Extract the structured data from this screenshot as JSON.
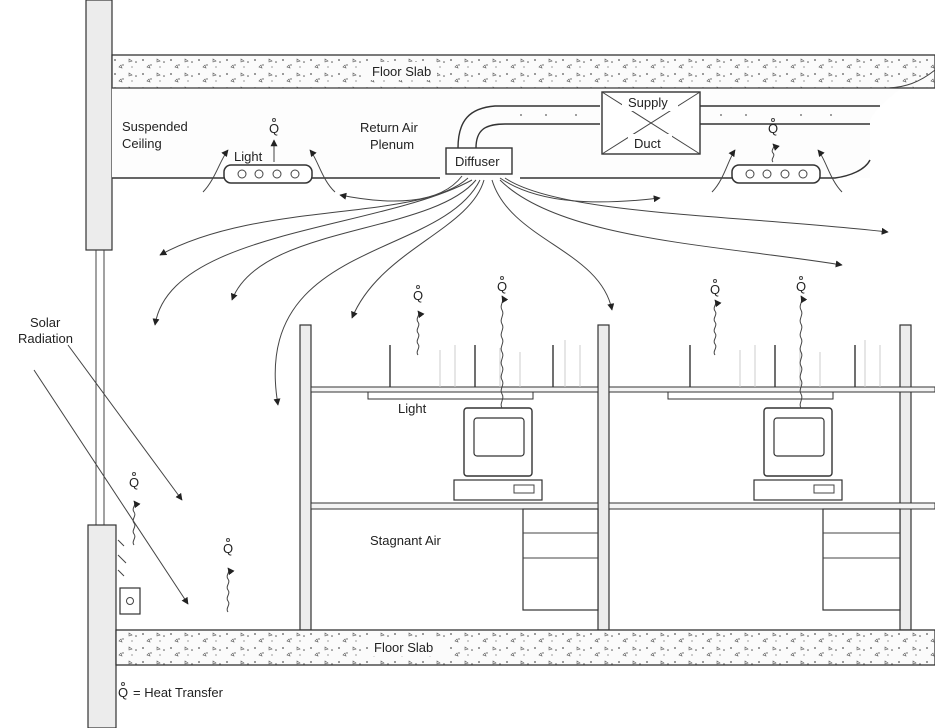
{
  "labels": {
    "floor_slab_top": "Floor Slab",
    "floor_slab_bottom": "Floor Slab",
    "suspended_ceiling_line1": "Suspended",
    "suspended_ceiling_line2": "Ceiling",
    "return_air_line1": "Return Air",
    "return_air_line2": "Plenum",
    "supply_duct_line1": "Supply",
    "supply_duct_line2": "Duct",
    "diffuser": "Diffuser",
    "light_ceiling": "Light",
    "light_shelf": "Light",
    "stagnant_air": "Stagnant Air",
    "solar_line1": "Solar",
    "solar_line2": "Radiation",
    "q_symbol": "Q",
    "legend": "= Heat Transfer"
  }
}
